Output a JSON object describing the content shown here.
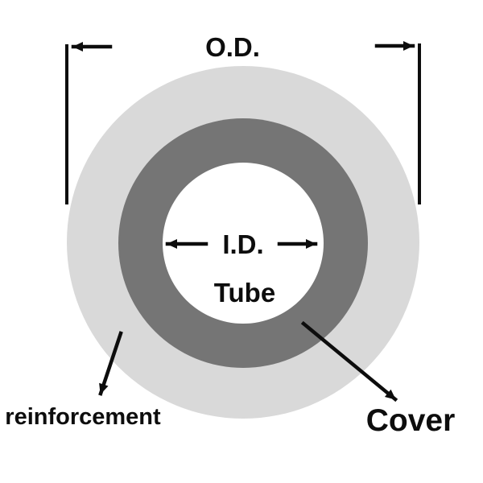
{
  "diagram": {
    "labels": {
      "od": "O.D.",
      "id": "I.D.",
      "tube": "Tube",
      "reinforcement": "reinforcement",
      "cover": "Cover"
    },
    "colors": {
      "background": "#ffffff",
      "outer_ring": "#d9d9d9",
      "middle_ring": "#757575",
      "bore": "#ffffff",
      "line": "#0d0d0d",
      "text": "#0d0d0d"
    }
  }
}
